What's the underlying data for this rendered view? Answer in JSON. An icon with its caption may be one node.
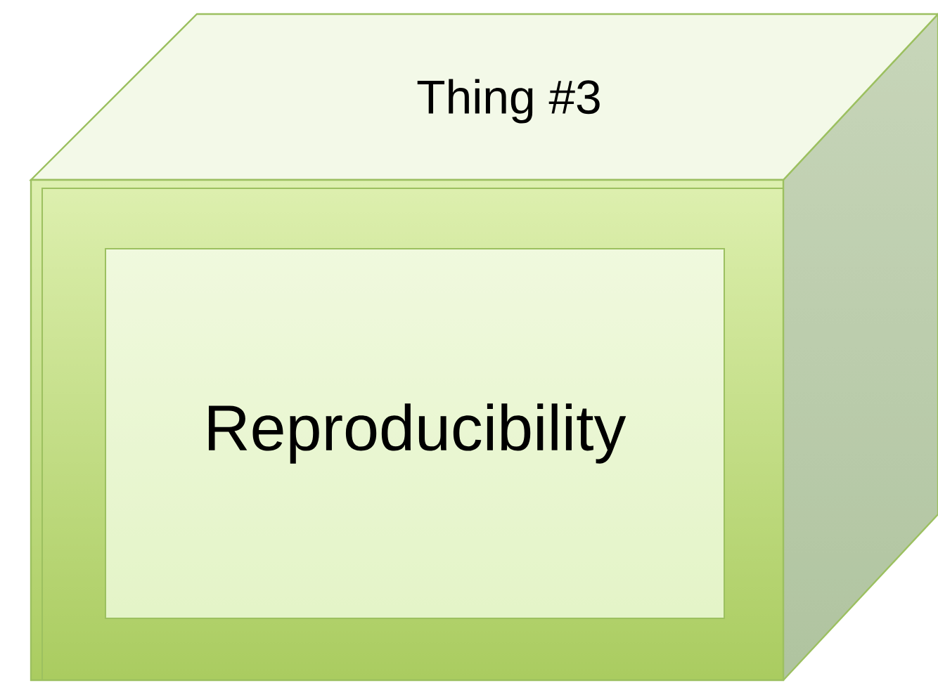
{
  "diagram": {
    "nodes": [
      {
        "text": [
          "Thing #3"
        ]
      },
      {
        "text": [
          "Reproducibility"
        ],
        "in": 0
      }
    ]
  }
}
